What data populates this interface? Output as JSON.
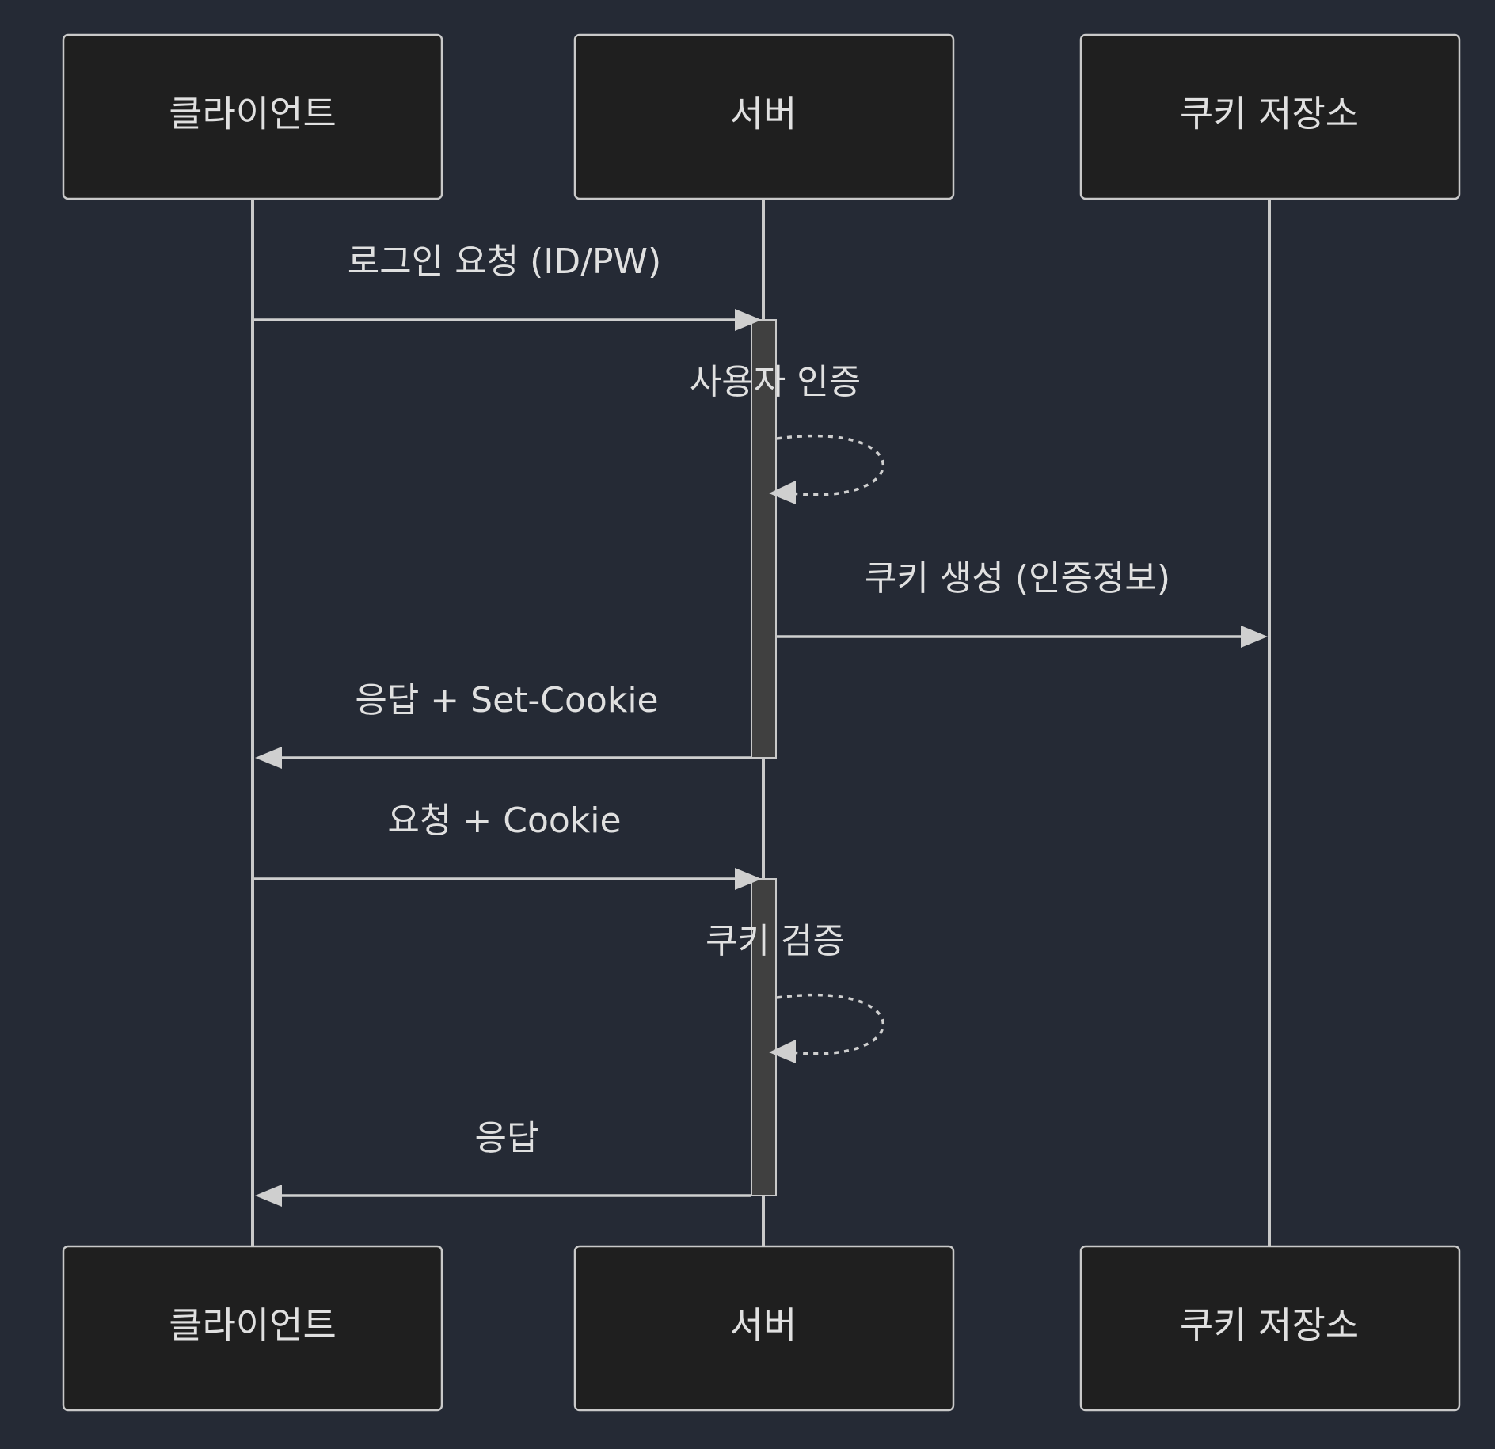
{
  "diagram": {
    "type": "sequence",
    "participants": [
      {
        "id": "client",
        "label": "클라이언트"
      },
      {
        "id": "server",
        "label": "서버"
      },
      {
        "id": "cookie_store",
        "label": "쿠키 저장소"
      }
    ],
    "messages": [
      {
        "from": "client",
        "to": "server",
        "label": "로그인 요청 (ID/PW)",
        "style": "solid"
      },
      {
        "from": "server",
        "to": "server",
        "label": "사용자 인증",
        "style": "dashed"
      },
      {
        "from": "server",
        "to": "cookie_store",
        "label": "쿠키 생성 (인증정보)",
        "style": "solid"
      },
      {
        "from": "server",
        "to": "client",
        "label": "응답 + Set-Cookie",
        "style": "solid"
      },
      {
        "from": "client",
        "to": "server",
        "label": "요청 + Cookie",
        "style": "solid"
      },
      {
        "from": "server",
        "to": "server",
        "label": "쿠키 검증",
        "style": "dashed"
      },
      {
        "from": "server",
        "to": "client",
        "label": "응답",
        "style": "solid"
      }
    ]
  },
  "colors": {
    "background": "#252a35",
    "box_fill": "#1f1f1f",
    "box_stroke": "#c9c9c9",
    "line": "#c9c9c9",
    "activation_fill": "#404040",
    "text": "#e0e0e0"
  }
}
